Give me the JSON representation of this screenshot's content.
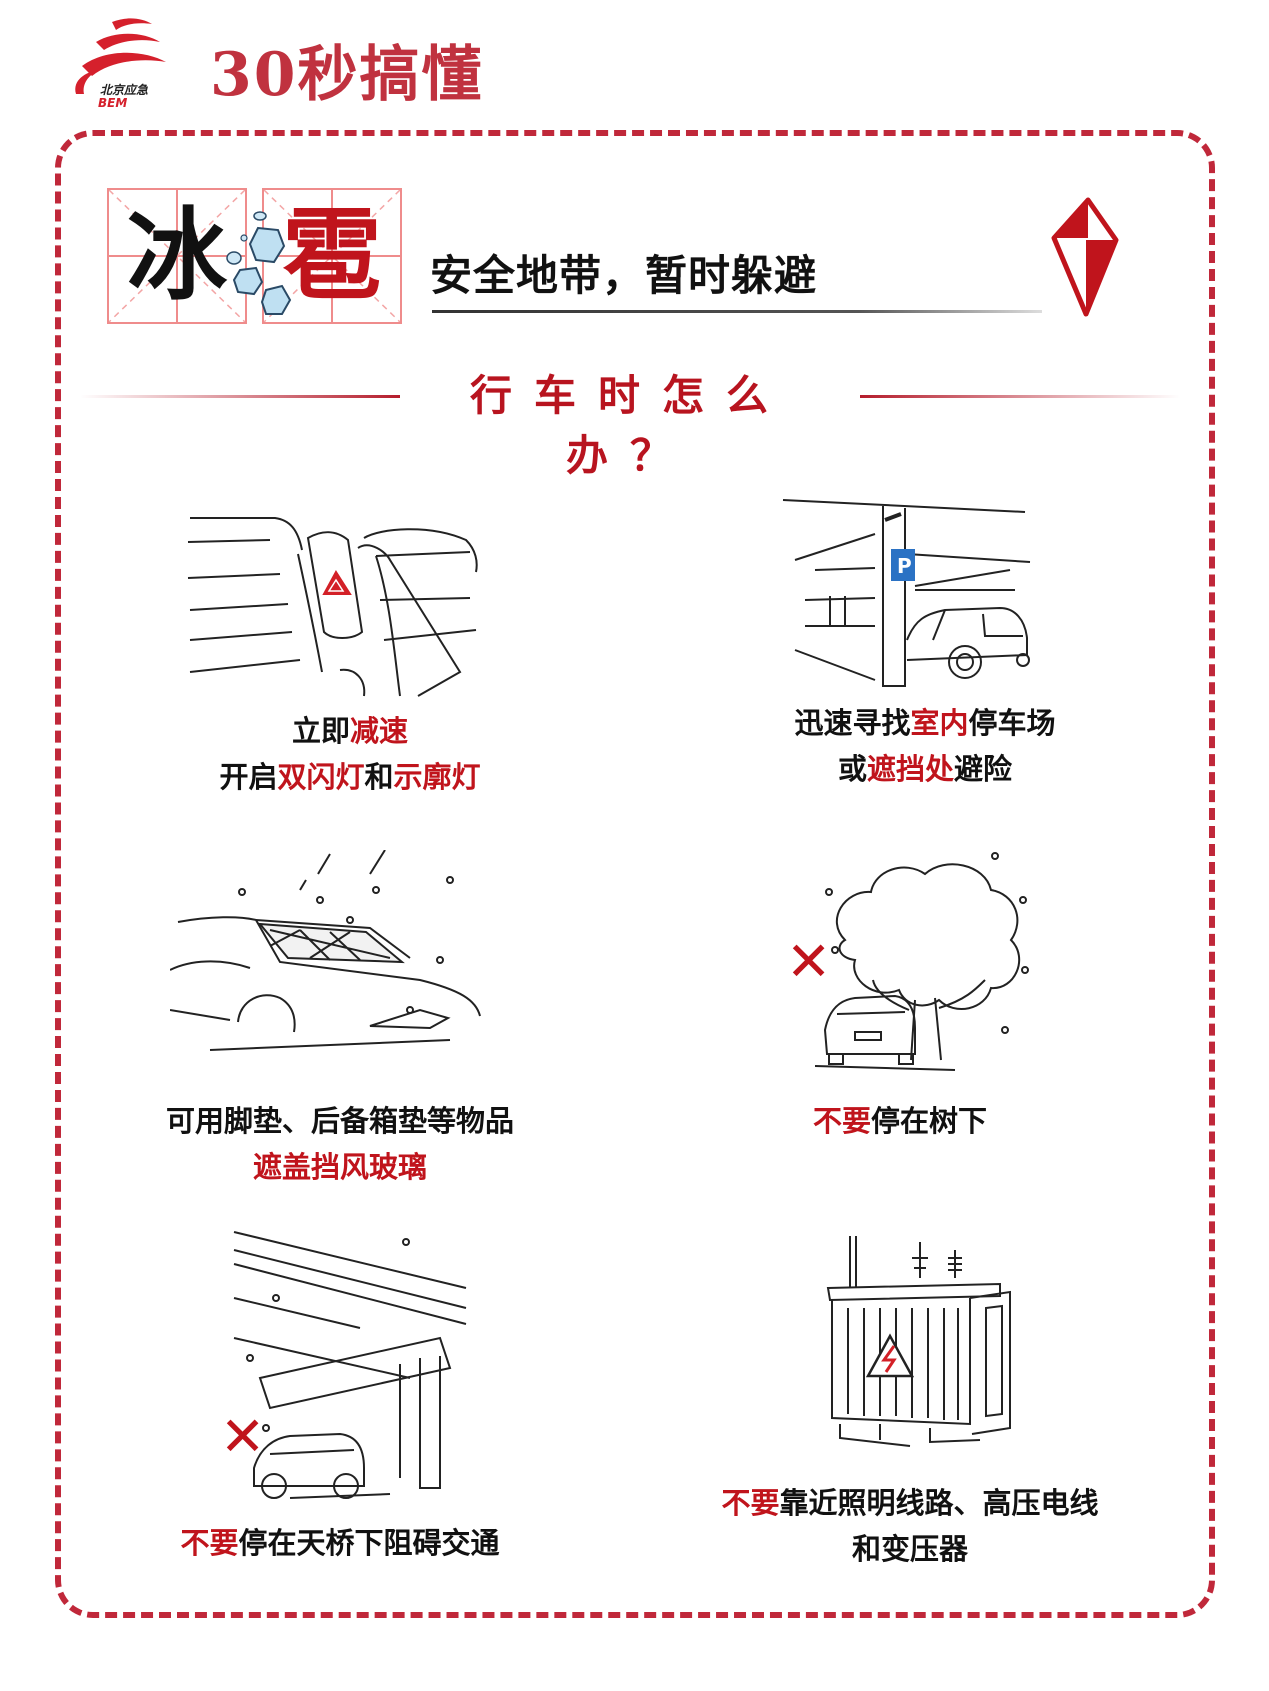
{
  "header": {
    "logo": {
      "text_cn": "北京应急",
      "text_en": "BEM",
      "icon": "bem-swoosh-logo-icon"
    },
    "title": "30秒搞懂"
  },
  "hero": {
    "char1": "冰",
    "char2": "雹",
    "hail_icon": "hailstones-icon",
    "subtitle": "安全地带，暂时躲避",
    "kite_icon": "red-kite-icon"
  },
  "section": {
    "title": "行车时怎么办？"
  },
  "tips": [
    {
      "illustration": "hazard-light-button-illustration",
      "lines": [
        [
          {
            "t": "立即",
            "red": false
          },
          {
            "t": "减速",
            "red": true
          }
        ],
        [
          {
            "t": "开启",
            "red": false
          },
          {
            "t": "双闪灯",
            "red": true
          },
          {
            "t": "和",
            "red": false
          },
          {
            "t": "示廓灯",
            "red": true
          }
        ]
      ]
    },
    {
      "illustration": "indoor-parking-garage-illustration",
      "parking_sign": "P",
      "lines": [
        [
          {
            "t": "迅速寻找",
            "red": false
          },
          {
            "t": "室内",
            "red": true
          },
          {
            "t": "停车场",
            "red": false
          }
        ],
        [
          {
            "t": "或",
            "red": false
          },
          {
            "t": "遮挡处",
            "red": true
          },
          {
            "t": "避险",
            "red": false
          }
        ]
      ]
    },
    {
      "illustration": "covered-windshield-in-hail-illustration",
      "lines": [
        [
          {
            "t": "可用脚垫、后备箱垫等物品",
            "red": false
          }
        ],
        [
          {
            "t": "遮盖挡风玻璃",
            "red": true
          }
        ]
      ]
    },
    {
      "illustration": "car-under-tree-illustration",
      "mark": "✕",
      "lines": [
        [
          {
            "t": "不要",
            "red": true
          },
          {
            "t": "停在树下",
            "red": false
          }
        ]
      ]
    },
    {
      "illustration": "car-under-overpass-illustration",
      "mark": "✕",
      "lines": [
        [
          {
            "t": "不要",
            "red": true
          },
          {
            "t": "停在天桥下阻碍交通",
            "red": false
          }
        ]
      ]
    },
    {
      "illustration": "power-transformer-illustration",
      "lines": [
        [
          {
            "t": "不要",
            "red": true
          },
          {
            "t": "靠近照明线路、高压电线",
            "red": false
          }
        ],
        [
          {
            "t": "和变压器",
            "red": false
          }
        ]
      ]
    }
  ],
  "colors": {
    "brand_red": "#c0283a",
    "title_red": "#c0323f",
    "highlight_red": "#c0141c",
    "text_black": "#111111",
    "grid_pink": "#ef8c8c",
    "ice_blue": "#bfe0f2",
    "parking_blue": "#2b72c4"
  }
}
